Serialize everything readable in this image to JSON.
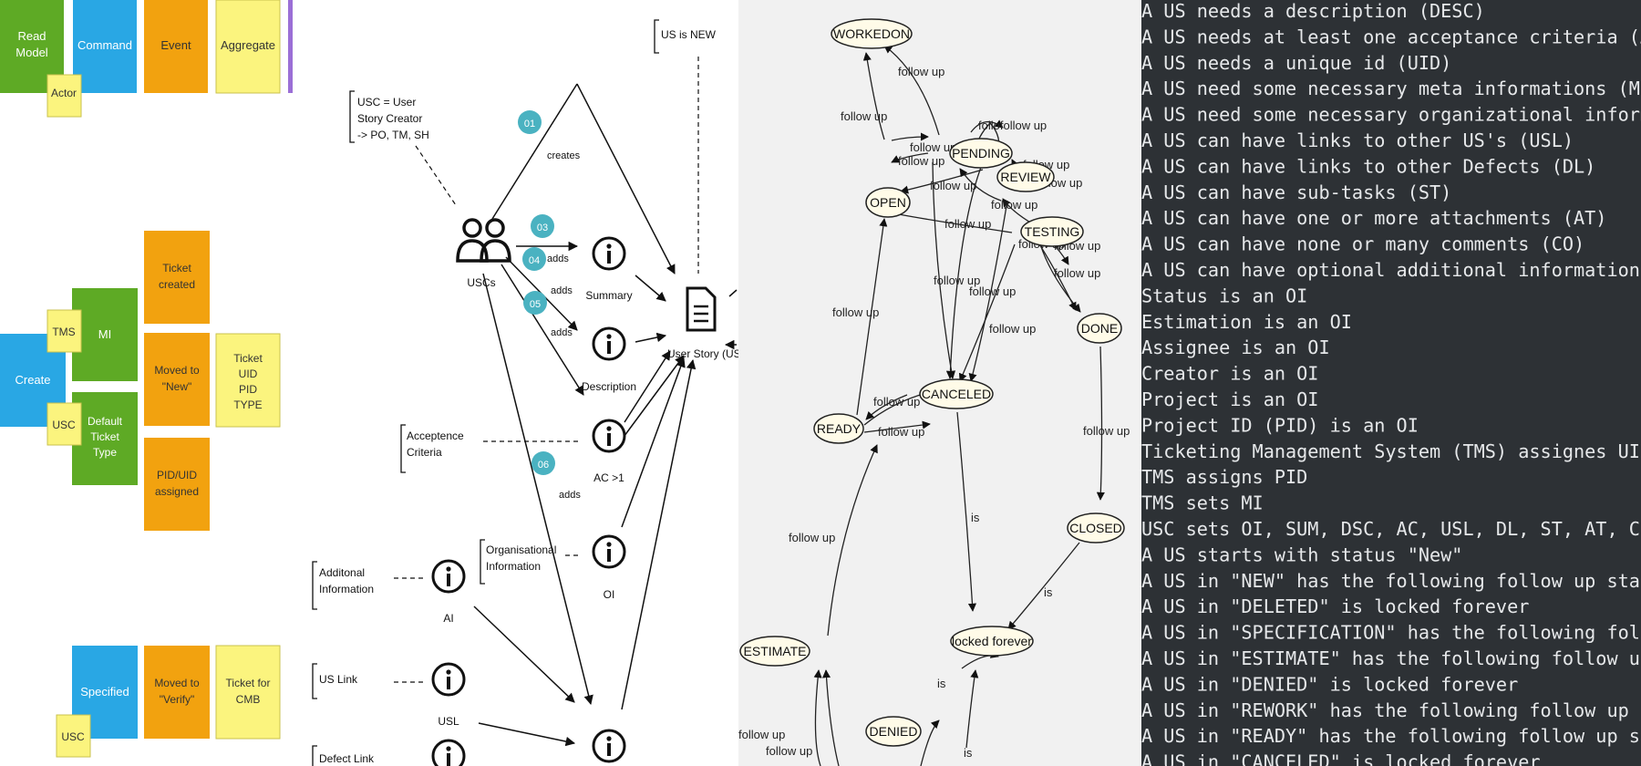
{
  "legend": {
    "read_model": [
      "Read",
      "Model"
    ],
    "command": "Command",
    "event": "Event",
    "aggregate": "Aggregate",
    "actor": "Actor"
  },
  "flow1": {
    "event1": [
      "Ticket",
      "created"
    ],
    "mi": "MI",
    "tms": "TMS",
    "create": "Create",
    "event2": [
      "Moved to",
      "\"New\""
    ],
    "aggregate": [
      "Ticket",
      "UID",
      "PID",
      "TYPE"
    ],
    "usc": "USC",
    "default_type": [
      "Default",
      "Ticket",
      "Type"
    ],
    "event3": [
      "PID/UID",
      "assigned"
    ]
  },
  "flow2": {
    "specified": "Specified",
    "event": [
      "Moved to",
      "\"Verify\""
    ],
    "aggregate": [
      "Ticket for",
      "CMB"
    ],
    "usc": "USC"
  },
  "model": {
    "us_is_new": "US is NEW",
    "usc_note": [
      "USC = User",
      "Story Creator",
      "-> PO, TM, SH"
    ],
    "badges": [
      "01",
      "03",
      "04",
      "05",
      "06"
    ],
    "creates": "creates",
    "adds": "adds",
    "actor": "USCs",
    "summary": "Summary",
    "description": "Description",
    "user_story": "User Story (US",
    "acceptance": [
      "Acceptence",
      "Criteria"
    ],
    "ac": "AC >1",
    "org_info": [
      "Organisational",
      "Information"
    ],
    "oi": "OI",
    "add_info": [
      "Additonal",
      "Information"
    ],
    "ai": "AI",
    "us_link": "US Link",
    "usl": "USL",
    "defect_link": "Defect Link"
  },
  "states": {
    "workedon": "WORKEDON",
    "pending": "PENDING",
    "review": "REVIEW",
    "open": "OPEN",
    "testing": "TESTING",
    "done": "DONE",
    "canceled": "CANCELED",
    "ready": "READY",
    "closed": "CLOSED",
    "estimate": "ESTIMATE",
    "locked": "locked forever",
    "denied": "DENIED",
    "follow_up": "follow up",
    "follow_follow_up": "follofollow up",
    "is": "is"
  },
  "rules": [
    "A US needs a description (DESC)",
    "A US needs at least one acceptance criteria (AC)",
    "A US needs a unique id (UID)",
    "A US need some necessary meta informations (MI)",
    "A US need some necessary organizational informations (OI)",
    "A US can have links to other US's (USL)",
    "A US can have links to other Defects (DL)",
    "A US can have sub-tasks (ST)",
    "A US can have one or more attachments (AT)",
    "A US can have none or many comments (CO)",
    "A US can have optional additional informations (AI)",
    "Status is an OI",
    "Estimation is an OI",
    "Assignee is an OI",
    "Creator is an OI",
    "Project is an OI",
    "Project ID (PID) is an OI",
    "Ticketing Management System (TMS) assignes UID",
    "TMS assigns PID",
    "TMS sets MI",
    "USC sets OI, SUM, DSC, AC, USL, DL, ST, AT, CO, AI",
    "A US starts with status \"New\"",
    "A US in \"NEW\" has the following follow up statis: \"DELETED",
    "A US in \"DELETED\" is locked forever",
    "A US in \"SPECIFICATION\" has the following follow up statis",
    "A US in \"ESTIMATE\" has the following follow up statis: \"RE",
    "A US in \"DENIED\" is locked forever",
    "A US in \"REWORK\" has the following follow up statis: \"SPEC",
    "A US in \"READY\" has the following follow up statis: \"OPEN\"",
    "A US in \"CANCELED\" is locked forever"
  ],
  "colors": {
    "blue": "#29a7e4",
    "green": "#5eaa25",
    "orange": "#f2a20f",
    "yellow": "#fbf47e",
    "purple": "#9b6fd6",
    "teal": "#4ab2c1",
    "terminal_bg": "#2d3135",
    "terminal_text": "#e6e8ea"
  }
}
